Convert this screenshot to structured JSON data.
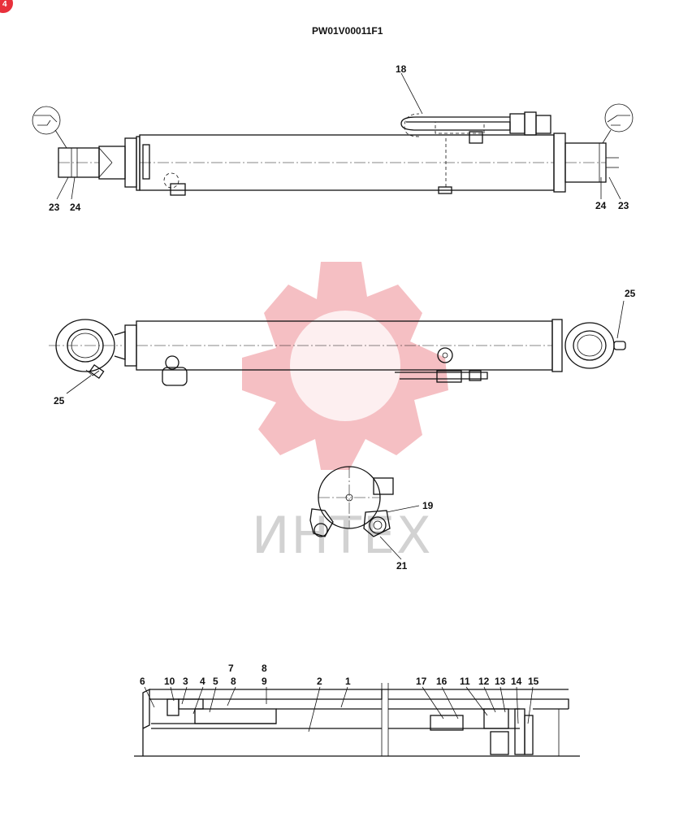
{
  "drawing_code": "PW01V00011F1",
  "corner_badge": "4",
  "watermark_text": "ИНТЕХ",
  "colors": {
    "watermark": "#f3b4b8",
    "badge": "#e8303b",
    "ink": "#111111"
  },
  "labels": {
    "top_view": {
      "l18": "18",
      "l23_left": "23",
      "l24_left": "24",
      "l24_right": "24",
      "l23_right": "23"
    },
    "bottom_view": {
      "l25_right": "25",
      "l25_left": "25"
    },
    "end_view": {
      "l19": "19",
      "l21": "21"
    },
    "section_view": {
      "l6": "6",
      "l10": "10",
      "l3": "3",
      "l4": "4",
      "l5": "5",
      "l7": "7",
      "l8_top": "8",
      "l8": "8",
      "l9": "9",
      "l2": "2",
      "l1": "1",
      "l17": "17",
      "l16": "16",
      "l11": "11",
      "l12": "12",
      "l13": "13",
      "l14": "14",
      "l15": "15"
    }
  }
}
